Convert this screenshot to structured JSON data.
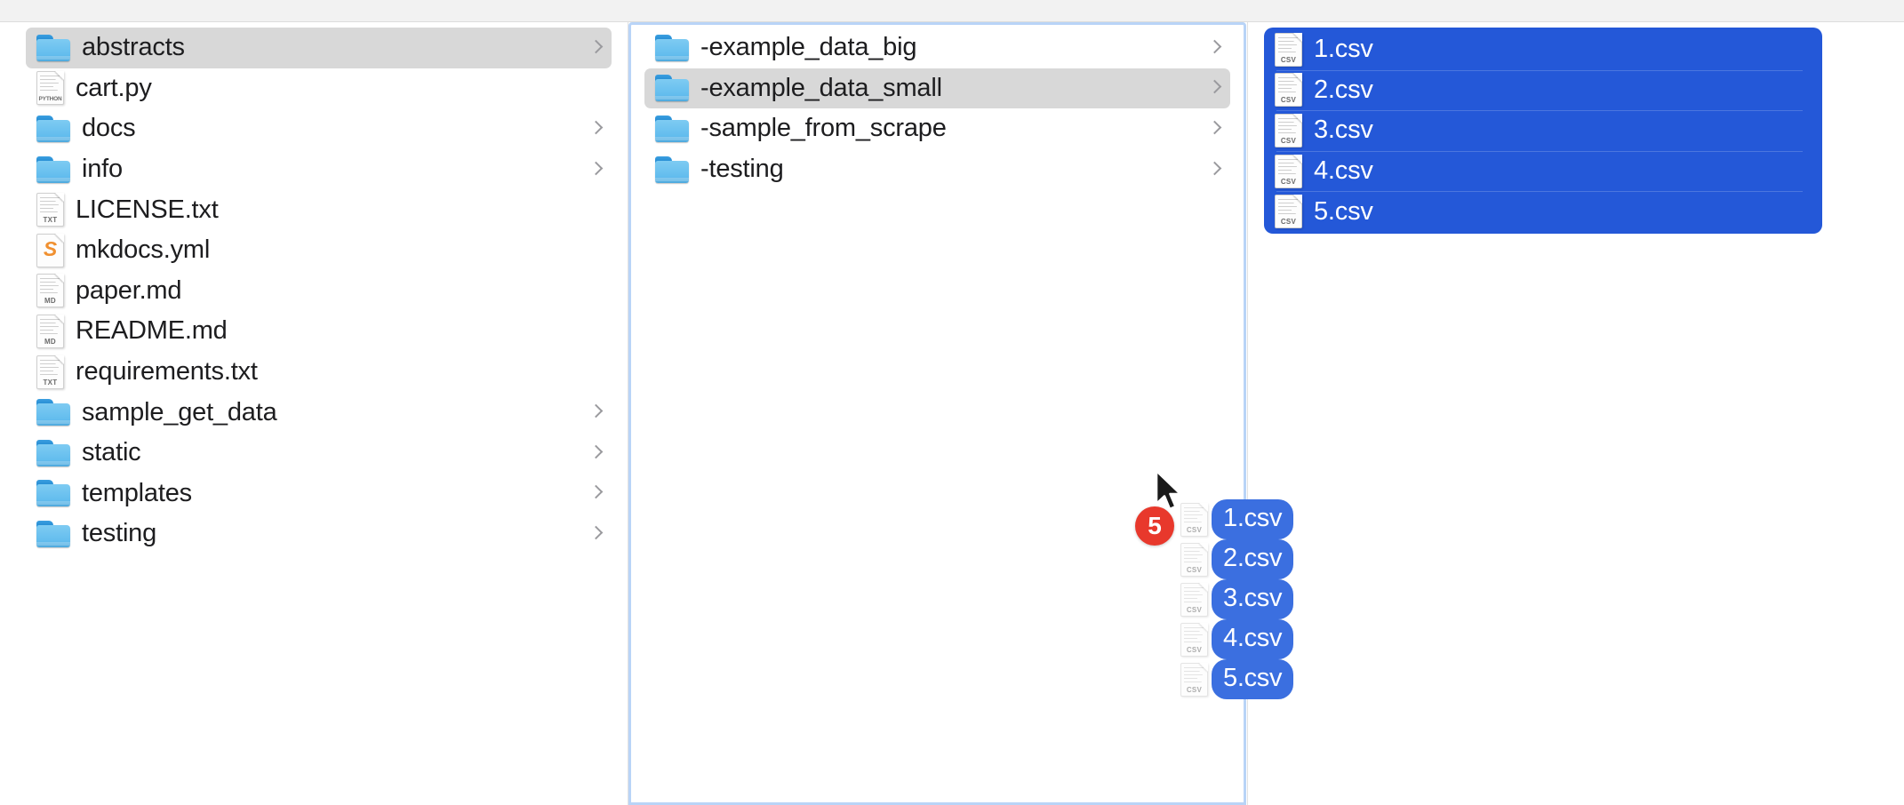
{
  "window": {
    "app": "Finder",
    "view_mode": "column-view"
  },
  "columns": [
    {
      "name": "column-1",
      "items": [
        {
          "label": "abstracts",
          "icon": "folder-icon",
          "kind": "folder",
          "selected": true,
          "has_chevron": true
        },
        {
          "label": "cart.py",
          "icon": "python-file-icon",
          "kind": "file",
          "ext": "PYTHON",
          "selected": false,
          "has_chevron": false
        },
        {
          "label": "docs",
          "icon": "folder-icon",
          "kind": "folder",
          "selected": false,
          "has_chevron": true
        },
        {
          "label": "info",
          "icon": "folder-icon",
          "kind": "folder",
          "selected": false,
          "has_chevron": true
        },
        {
          "label": "LICENSE.txt",
          "icon": "text-file-icon",
          "kind": "file",
          "ext": "TXT",
          "selected": false,
          "has_chevron": false
        },
        {
          "label": "mkdocs.yml",
          "icon": "sublime-file-icon",
          "kind": "file",
          "ext": "",
          "selected": false,
          "has_chevron": false
        },
        {
          "label": "paper.md",
          "icon": "markdown-file-icon",
          "kind": "file",
          "ext": "MD",
          "selected": false,
          "has_chevron": false
        },
        {
          "label": "README.md",
          "icon": "markdown-file-icon",
          "kind": "file",
          "ext": "MD",
          "selected": false,
          "has_chevron": false
        },
        {
          "label": "requirements.txt",
          "icon": "text-file-icon",
          "kind": "file",
          "ext": "TXT",
          "selected": false,
          "has_chevron": false
        },
        {
          "label": "sample_get_data",
          "icon": "folder-icon",
          "kind": "folder",
          "selected": false,
          "has_chevron": true
        },
        {
          "label": "static",
          "icon": "folder-icon",
          "kind": "folder",
          "selected": false,
          "has_chevron": true
        },
        {
          "label": "templates",
          "icon": "folder-icon",
          "kind": "folder",
          "selected": false,
          "has_chevron": true
        },
        {
          "label": "testing",
          "icon": "folder-icon",
          "kind": "folder",
          "selected": false,
          "has_chevron": true
        }
      ]
    },
    {
      "name": "column-2",
      "focused": true,
      "items": [
        {
          "label": "-example_data_big",
          "icon": "folder-icon",
          "kind": "folder",
          "selected": false,
          "has_chevron": true
        },
        {
          "label": "-example_data_small",
          "icon": "folder-icon",
          "kind": "folder",
          "selected": true,
          "has_chevron": true
        },
        {
          "label": "-sample_from_scrape",
          "icon": "folder-icon",
          "kind": "folder",
          "selected": false,
          "has_chevron": true
        },
        {
          "label": "-testing",
          "icon": "folder-icon",
          "kind": "folder",
          "selected": false,
          "has_chevron": true
        }
      ]
    },
    {
      "name": "column-3",
      "selection_highlight": true,
      "items": [
        {
          "label": "1.csv",
          "icon": "csv-file-icon",
          "kind": "file",
          "ext": "CSV",
          "selected": true,
          "has_chevron": false
        },
        {
          "label": "2.csv",
          "icon": "csv-file-icon",
          "kind": "file",
          "ext": "CSV",
          "selected": true,
          "has_chevron": false
        },
        {
          "label": "3.csv",
          "icon": "csv-file-icon",
          "kind": "file",
          "ext": "CSV",
          "selected": true,
          "has_chevron": false
        },
        {
          "label": "4.csv",
          "icon": "csv-file-icon",
          "kind": "file",
          "ext": "CSV",
          "selected": true,
          "has_chevron": false
        },
        {
          "label": "5.csv",
          "icon": "csv-file-icon",
          "kind": "file",
          "ext": "CSV",
          "selected": true,
          "has_chevron": false
        }
      ]
    }
  ],
  "drag": {
    "badge_count": "5",
    "items": [
      {
        "label": "1.csv",
        "icon": "csv-file-icon",
        "ext": "CSV"
      },
      {
        "label": "2.csv",
        "icon": "csv-file-icon",
        "ext": "CSV"
      },
      {
        "label": "3.csv",
        "icon": "csv-file-icon",
        "ext": "CSV"
      },
      {
        "label": "4.csv",
        "icon": "csv-file-icon",
        "ext": "CSV"
      },
      {
        "label": "5.csv",
        "icon": "csv-file-icon",
        "ext": "CSV"
      }
    ]
  },
  "colors": {
    "selection_blue": "#2458d8",
    "drag_pill_blue": "#3b6fe0",
    "badge_red": "#e8382c",
    "row_selected_grey": "#d8d8d8",
    "focus_ring": "#b9d4f7",
    "folder_blue": "#63bdee",
    "sublime_orange": "#f09030"
  }
}
